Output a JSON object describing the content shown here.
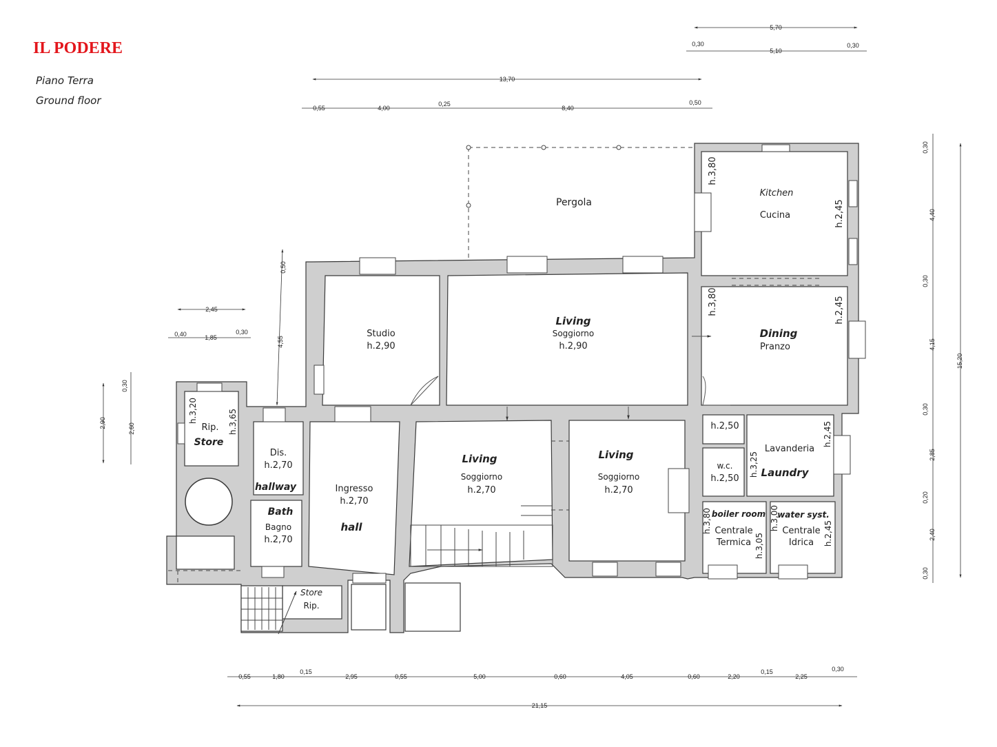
{
  "header": {
    "title": "IL  PODERE",
    "floor_it": "Piano Terra",
    "floor_en": "Ground floor",
    "title_color": "#e3161c"
  },
  "colors": {
    "wall": "#cfcfcf",
    "line": "#3a3a3a"
  },
  "rooms": {
    "pergola": "Pergola",
    "kitchen_en": "Kitchen",
    "kitchen_it": "Cucina",
    "kitchen_h1": "h.3,80",
    "kitchen_h2": "h.2,45",
    "dining_en": "Dining",
    "dining_it": "Pranzo",
    "dining_h1": "h.3,80",
    "dining_h2": "h.2,45",
    "living_top_en": "Living",
    "living_top_it": "Soggiorno",
    "living_top_h": "h.2,90",
    "studio_it": "Studio",
    "studio_h": "h.2,90",
    "store_rip": "Rip.",
    "store_en": "Store",
    "store_h1": "h.3,20",
    "store_h2": "h.3,65",
    "dis_it": "Dis.",
    "dis_h": "h.2,70",
    "dis_en": "hallway",
    "bath_en": "Bath",
    "bath_it": "Bagno",
    "bath_h": "h.2,70",
    "ingresso_it": "Ingresso",
    "ingresso_h": "h.2,70",
    "ingresso_en": "hall",
    "living_mid_en": "Living",
    "living_mid_it": "Soggiorno",
    "living_mid_h": "h.2,70",
    "living_right_en": "Living",
    "living_right_it": "Soggiorno",
    "living_right_h": "h.2,70",
    "small_h": "h.2,50",
    "wc_it": "w.c.",
    "wc_h": "h.2,50",
    "laundry_it": "Lavanderia",
    "laundry_en": "Laundry",
    "laundry_h1": "h.3,25",
    "laundry_h2": "h.2,45",
    "boiler_en": "boiler room",
    "boiler_it1": "Centrale",
    "boiler_it2": "Termica",
    "boiler_h1": "h.3,80",
    "boiler_h2": "h.3,05",
    "water_en": "water syst.",
    "water_it1": "Centrale",
    "water_it2": "Idrica",
    "water_h1": "h.3,00",
    "water_h2": "h.2,45",
    "store2_en": "Store",
    "store2_it": "Rip."
  },
  "dims": {
    "top_570": "5,70",
    "top_030a": "0,30",
    "top_510": "5,10",
    "top_030b": "0,30",
    "top_1370": "13,70",
    "top_055": "0,55",
    "top_400": "4,00",
    "top_025": "0,25",
    "top_840": "8,40",
    "top_050": "0,50",
    "left_245": "2,45",
    "left_040": "0,40",
    "left_185": "1,85",
    "left_030": "0,30",
    "left_050v": "0,50",
    "left_455v": "4,55",
    "left_030v": "0,30",
    "left_290v": "2,90",
    "left_260v": "2,60",
    "right_030a": "0,30",
    "right_440": "4,40",
    "right_030b": "0,30",
    "right_415": "4,15",
    "right_030c": "0,30",
    "right_285": "2,85",
    "right_020": "0,20",
    "right_240": "2,40",
    "right_030d": "0,30",
    "right_1520": "15,20",
    "bot_055a": "0,55",
    "bot_180": "1,80",
    "bot_015a": "0,15",
    "bot_295": "2,95",
    "bot_055b": "0,55",
    "bot_500": "5,00",
    "bot_060a": "0,60",
    "bot_405": "4,05",
    "bot_060b": "0,60",
    "bot_220": "2,20",
    "bot_015b": "0,15",
    "bot_225": "2,25",
    "bot_030": "0,30",
    "bot_2115": "21,15"
  }
}
